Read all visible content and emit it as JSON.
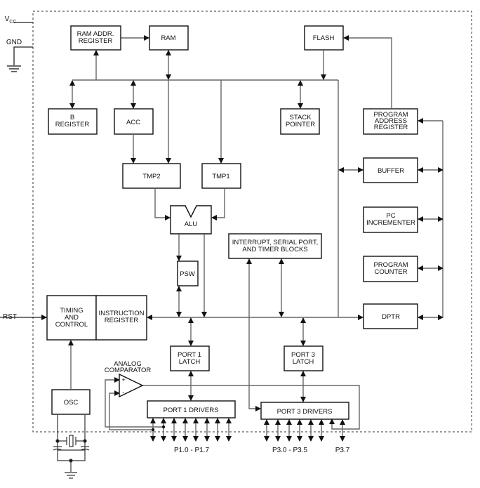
{
  "pins": {
    "vcc": "V",
    "vcc_sub": "CC",
    "gnd": "GND",
    "rst": "RST"
  },
  "blocks": {
    "ram_addr": [
      "RAM ADDR.",
      "REGISTER"
    ],
    "ram": "RAM",
    "flash": "FLASH",
    "b_reg": [
      "B",
      "REGISTER"
    ],
    "acc": "ACC",
    "stack": [
      "STACK",
      "POINTER"
    ],
    "par": [
      "PROGRAM",
      "ADDRESS",
      "REGISTER"
    ],
    "tmp2": "TMP2",
    "tmp1": "TMP1",
    "buffer": "BUFFER",
    "pcinc": [
      "PC",
      "INCREMENTER"
    ],
    "pc": [
      "PROGRAM",
      "COUNTER"
    ],
    "dptr": "DPTR",
    "alu": "ALU",
    "intr": [
      "INTERRUPT, SERIAL PORT,",
      "AND TIMER BLOCKS"
    ],
    "psw": "PSW",
    "timing": [
      "TIMING",
      "AND",
      "CONTROL"
    ],
    "ir": [
      "INSTRUCTION",
      "REGISTER"
    ],
    "p1latch": [
      "PORT 1",
      "LATCH"
    ],
    "p3latch": [
      "PORT 3",
      "LATCH"
    ],
    "osc": "OSC",
    "comparator": [
      "ANALOG",
      "COMPARATOR"
    ],
    "comp_plus": "+",
    "comp_minus": "-",
    "p1drv": "PORT 1 DRIVERS",
    "p3drv": "PORT 3 DRIVERS"
  },
  "pin_labels": {
    "p1": "P1.0 - P1.7",
    "p3": "P3.0 - P3.5",
    "p37": "P3.7"
  }
}
